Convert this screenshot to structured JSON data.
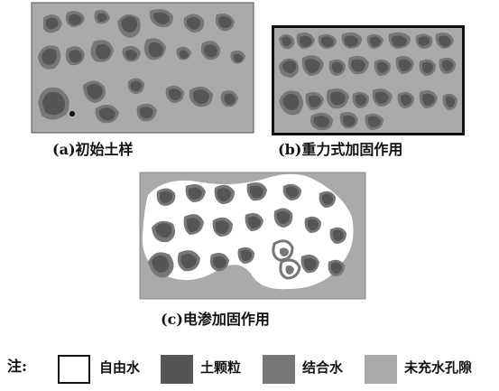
{
  "captions": {
    "a": "(a)初始土样",
    "b": "(b)重力式加固作用",
    "c": "(c)电渗加固作用"
  },
  "legend": {
    "note": "注:",
    "items": [
      {
        "label": "自由水",
        "color": "#ffffff"
      },
      {
        "label": "土颗粒",
        "color": "#555555"
      },
      {
        "label": "结合水",
        "color": "#777777"
      },
      {
        "label": "未充水孔隙",
        "color": "#aaaaaa"
      }
    ]
  },
  "colors": {
    "pore": "#aaaaaa",
    "bound_water": "#777777",
    "particle": "#555555",
    "free_water": "#ffffff",
    "frame": "#111111"
  }
}
